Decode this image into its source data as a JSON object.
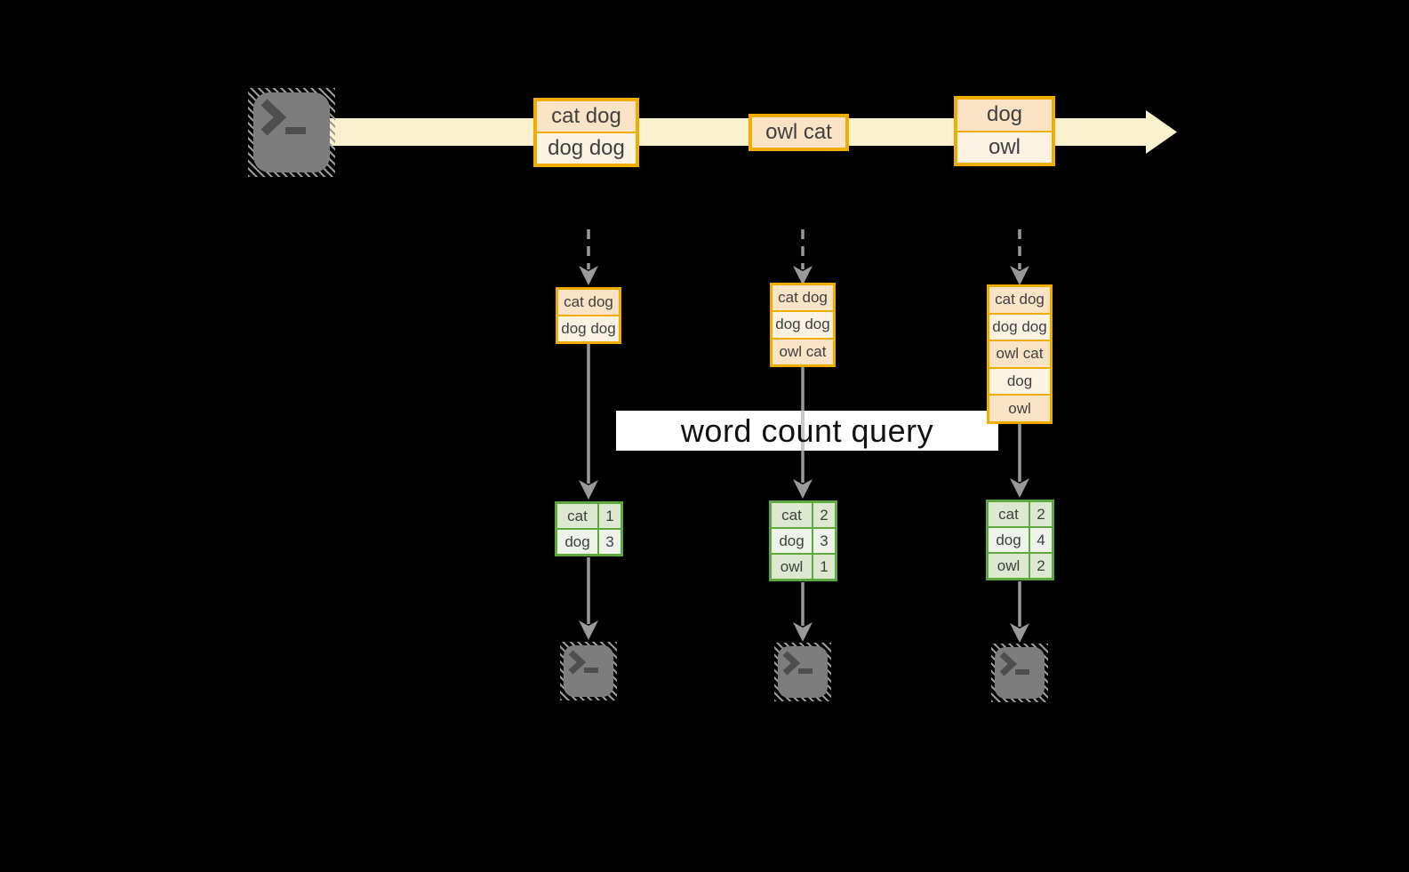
{
  "banner": {
    "label": "word count query"
  },
  "stream": {
    "source": "terminal",
    "batches": [
      {
        "rows": [
          "cat dog",
          "dog dog"
        ]
      },
      {
        "rows": [
          "owl cat"
        ]
      },
      {
        "rows": [
          "dog",
          "owl"
        ]
      }
    ]
  },
  "pipelines": [
    {
      "window_rows": [
        "cat dog",
        "dog dog"
      ],
      "counts": [
        {
          "word": "cat",
          "count": "1"
        },
        {
          "word": "dog",
          "count": "3"
        }
      ]
    },
    {
      "window_rows": [
        "cat dog",
        "dog dog",
        "owl cat"
      ],
      "counts": [
        {
          "word": "cat",
          "count": "2"
        },
        {
          "word": "dog",
          "count": "3"
        },
        {
          "word": "owl",
          "count": "1"
        }
      ]
    },
    {
      "window_rows": [
        "cat dog",
        "dog dog",
        "owl cat",
        "dog",
        "owl"
      ],
      "counts": [
        {
          "word": "cat",
          "count": "2"
        },
        {
          "word": "dog",
          "count": "4"
        },
        {
          "word": "owl",
          "count": "2"
        }
      ]
    }
  ],
  "icons": {
    "source": "terminal-icon",
    "sinks": [
      "terminal-icon",
      "terminal-icon",
      "terminal-icon"
    ]
  },
  "colors": {
    "background": "#000000",
    "stream_fill": "#FAF2CF",
    "batch_border": "#F1AC00",
    "batch_fill_dark": "#FBE3C6",
    "batch_fill_light": "#FDF3E3",
    "table_border": "#5FA83C",
    "table_fill_dark": "#DDE8D0",
    "table_fill_light": "#EEF3E9",
    "arrow_gray": "#999999",
    "terminal_gray": "#7D7D7D",
    "text": "#3F3F3F"
  }
}
